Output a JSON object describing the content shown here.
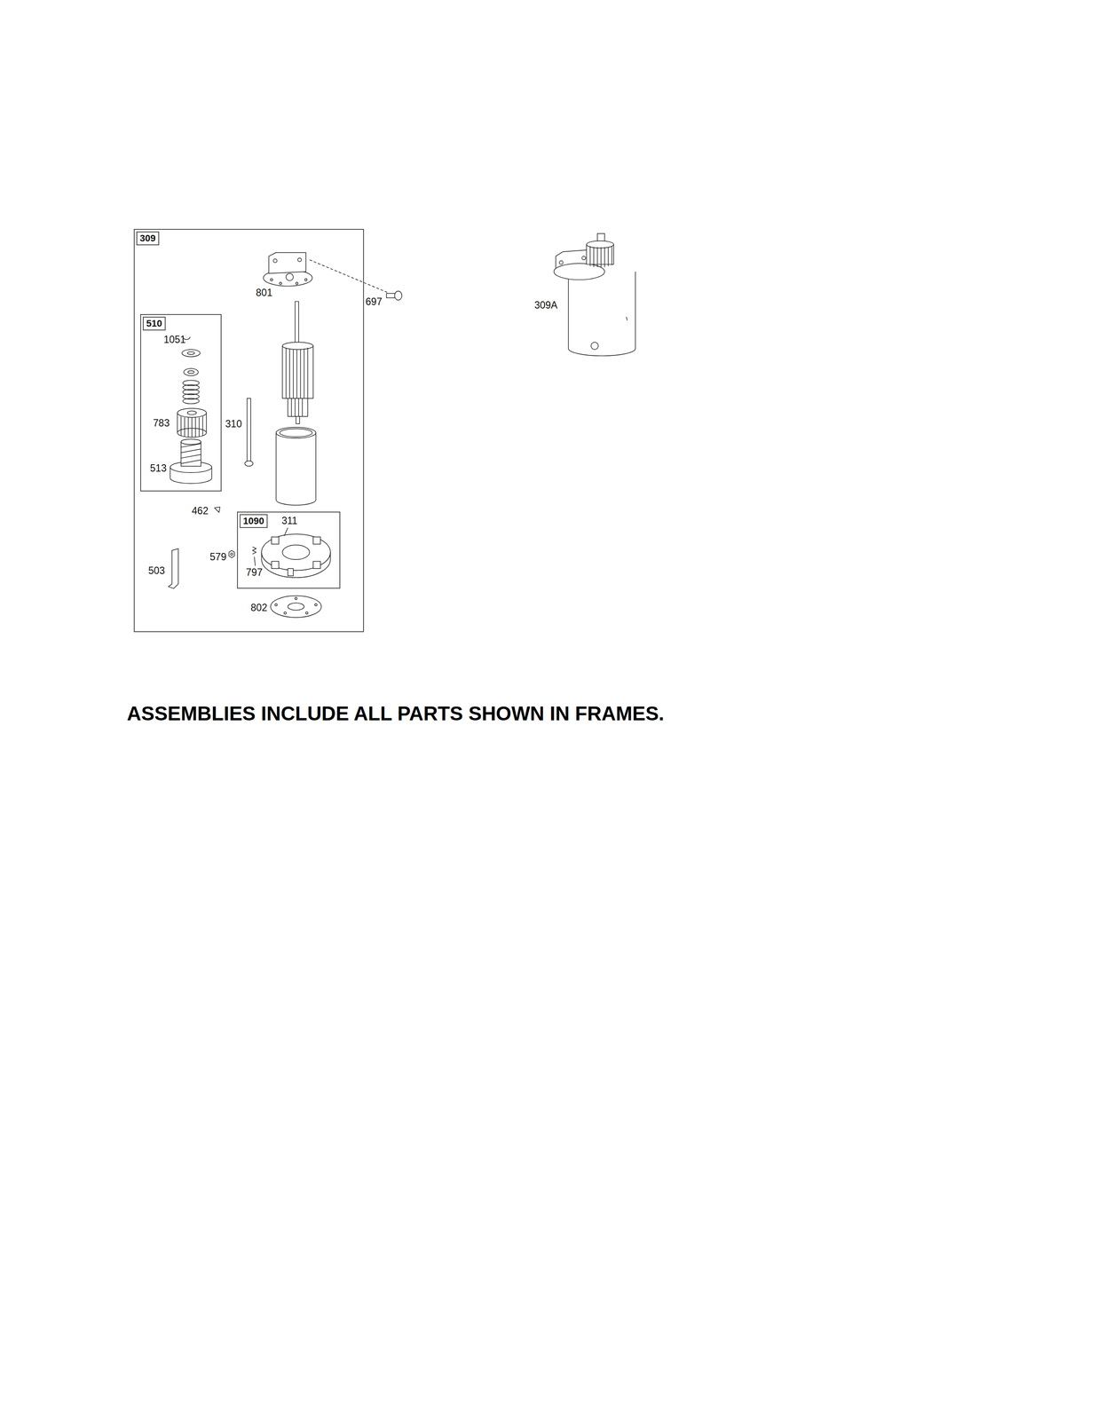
{
  "diagram": {
    "caption": "ASSEMBLIES INCLUDE ALL PARTS SHOWN IN FRAMES.",
    "nodes": [
      {
        "text": [
          "309"
        ]
      },
      {
        "text": [
          "510"
        ],
        "in": 0
      },
      {
        "text": [
          "1090"
        ],
        "in": 0
      }
    ],
    "labels": [
      "801",
      "697",
      "309A",
      "1051",
      "783",
      "310",
      "513",
      "462",
      "311",
      "579",
      "797",
      "503",
      "802"
    ]
  }
}
